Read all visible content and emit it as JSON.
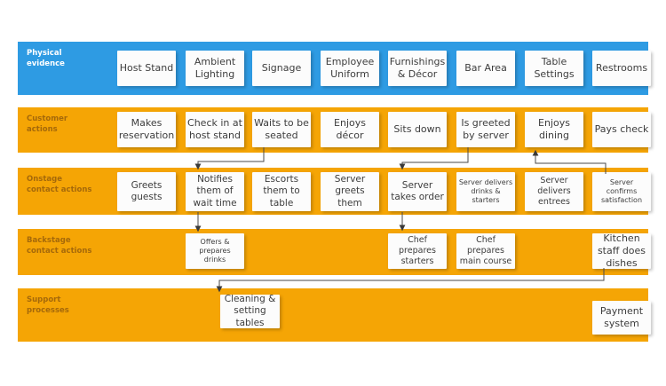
{
  "palette": {
    "band_blue": "#2E9BE3",
    "band_orange": "#F5A505",
    "label_on_blue": "#FFFFFF",
    "label_on_orange": "#A5690A",
    "box_bg": "#FCFCFC",
    "box_text": "#3D3D3D",
    "connector": "#4A4A4A"
  },
  "rows": [
    {
      "label": "Physical evidence",
      "boxes": [
        {
          "label": "Host Stand"
        },
        {
          "label": "Ambient Lighting"
        },
        {
          "label": "Signage"
        },
        {
          "label": "Employee Uniform"
        },
        {
          "label": "Furnishings & Décor"
        },
        {
          "label": "Bar Area"
        },
        {
          "label": "Table Settings"
        },
        {
          "label": "Restrooms"
        }
      ]
    },
    {
      "label": "Customer actions",
      "boxes": [
        {
          "label": "Makes reservation"
        },
        {
          "label": "Check in at host stand"
        },
        {
          "label": "Waits to be seated"
        },
        {
          "label": "Enjoys décor"
        },
        {
          "label": "Sits down"
        },
        {
          "label": "Is greeted by server"
        },
        {
          "label": "Enjoys dining"
        },
        {
          "label": "Pays check"
        }
      ]
    },
    {
      "label": "Onstage contact actions",
      "boxes": [
        {
          "label": "Greets guests"
        },
        {
          "label": "Notifies them of wait time"
        },
        {
          "label": "Escorts them to table"
        },
        {
          "label": "Server greets them"
        },
        {
          "label": "Server takes order"
        },
        {
          "label": "Server delivers drinks & starters"
        },
        {
          "label": "Server delivers entrees"
        },
        {
          "label": "Server confirms satisfaction"
        }
      ]
    },
    {
      "label": "Backstage contact actions",
      "boxes": [
        {
          "label": "Offers & prepares drinks"
        },
        {
          "label": "Chef prepares starters"
        },
        {
          "label": "Chef prepares main course"
        },
        {
          "label": "Kitchen staff does dishes"
        }
      ]
    },
    {
      "label": "Support processes",
      "boxes": [
        {
          "label": "Cleaning & setting tables"
        },
        {
          "label": "Payment system"
        }
      ]
    }
  ],
  "connectors": [
    {
      "from": "Waits to be seated",
      "to": "Notifies them of wait time"
    },
    {
      "from": "Notifies them of wait time",
      "to": "Offers & prepares drinks"
    },
    {
      "from": "Is greeted by server",
      "to": "Server takes order"
    },
    {
      "from": "Server takes order",
      "to": "Chef prepares starters"
    },
    {
      "from": "Server confirms satisfaction",
      "to": "Enjoys dining"
    },
    {
      "from": "Kitchen staff does dishes",
      "to": "Cleaning & setting tables"
    }
  ]
}
